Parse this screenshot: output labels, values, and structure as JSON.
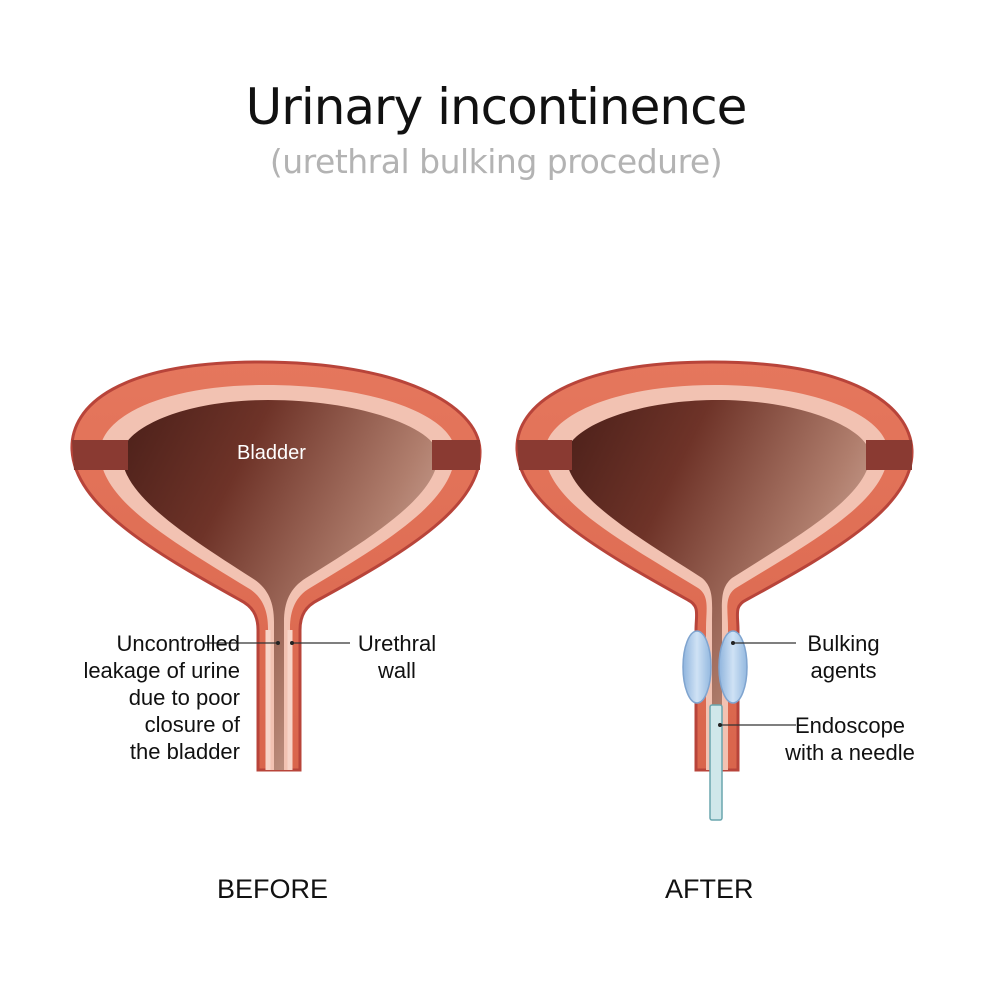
{
  "header": {
    "title": "Urinary incontinence",
    "subtitle": "(urethral bulking procedure)"
  },
  "before_panel": {
    "caption": "BEFORE",
    "organ_label": "Bladder",
    "leakage_label": "Uncontrolled\nleakage of urine\ndue to poor\nclosure of\nthe bladder",
    "wall_label": "Urethral\nwall"
  },
  "after_panel": {
    "caption": "AFTER",
    "bulking_label": "Bulking\nagents",
    "endoscope_label": "Endoscope\nwith a needle"
  },
  "colors": {
    "muscle": "#e06f55",
    "muscle_dark": "#b8443a",
    "lining": "#f7d4c8",
    "lumen_dark": "#5a2a22",
    "lumen_light": "#c08f7e",
    "bulking_agent": "#b9d3ee",
    "endoscope": "#cfe7ea"
  }
}
